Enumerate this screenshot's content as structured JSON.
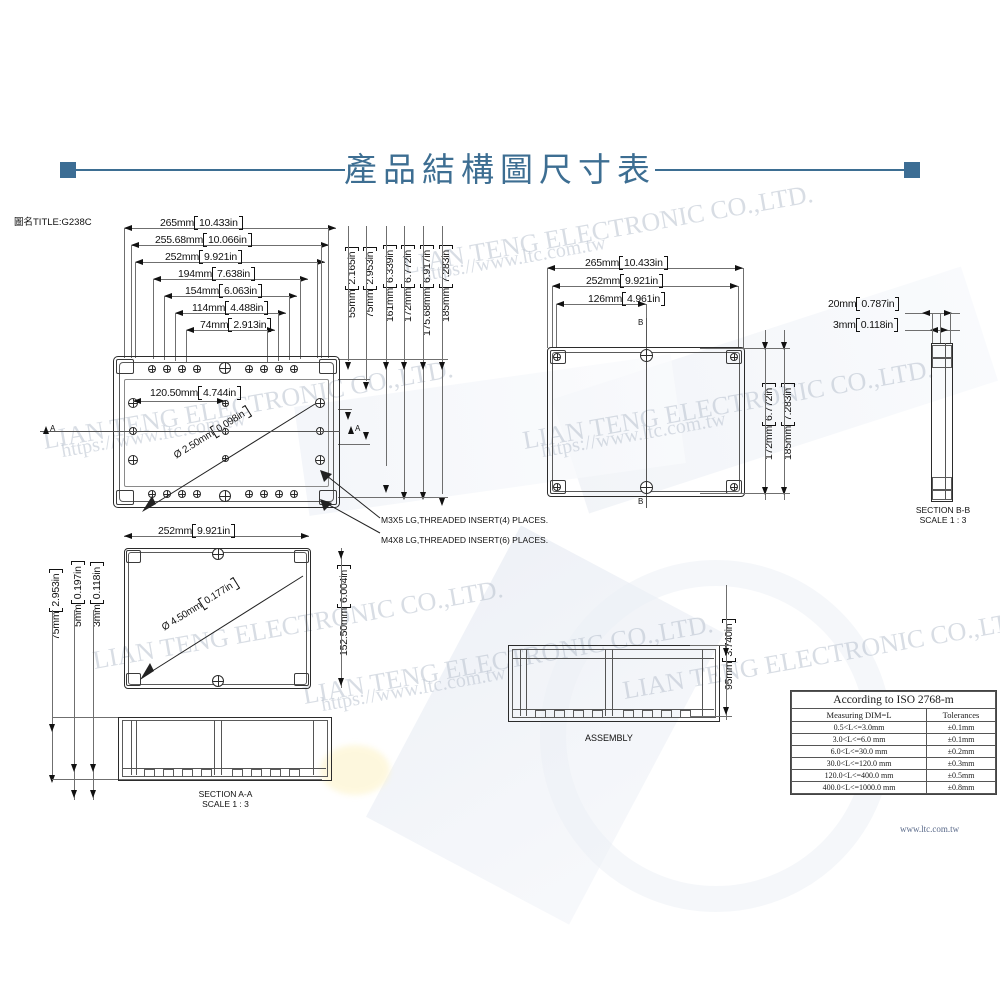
{
  "header": {
    "title": "產品結構圖尺寸表",
    "rule_color": "#3d6e92"
  },
  "drawing": {
    "title_label": "圖名TITLE:G238C",
    "footer_url": "www.ltc.com.tw",
    "watermark": {
      "line1": "LIAN TENG ELECTRONIC CO.,LTD.",
      "line2": "https://www.ltc.com.tw"
    }
  },
  "views": {
    "top_view": {
      "horizontal_dims": [
        {
          "mm": "265mm",
          "in": "10.433in"
        },
        {
          "mm": "255.68mm",
          "in": "10.066in"
        },
        {
          "mm": "252mm",
          "in": "9.921in"
        },
        {
          "mm": "194mm",
          "in": "7.638in"
        },
        {
          "mm": "154mm",
          "in": "6.063in"
        },
        {
          "mm": "114mm",
          "in": "4.488in"
        },
        {
          "mm": "74mm",
          "in": "2.913in"
        }
      ],
      "vertical_dims": [
        {
          "mm": "55mm",
          "in": "2.165in"
        },
        {
          "mm": "75mm",
          "in": "2.953in"
        },
        {
          "mm": "161mm",
          "in": "6.339in"
        },
        {
          "mm": "172mm",
          "in": "6.772in"
        },
        {
          "mm": "175.68mm",
          "in": "6.917in"
        },
        {
          "mm": "185mm",
          "in": "7.283in"
        }
      ],
      "internal_dim": {
        "mm": "120.50mm",
        "in": "4.744in"
      },
      "hole_dia": {
        "mm": "Ø 2.50mm",
        "in": "0.098in"
      },
      "section_marks": [
        "A",
        "A"
      ],
      "notes": [
        "M3X5 LG,THREADED INSERT(4) PLACES.",
        "M4X8 LG,THREADED INSERT(6) PLACES."
      ]
    },
    "middle_view": {
      "horizontal_dims": [
        {
          "mm": "265mm",
          "in": "10.433in"
        },
        {
          "mm": "252mm",
          "in": "9.921in"
        },
        {
          "mm": "126mm",
          "in": "4.961in"
        }
      ],
      "vertical_dims": [
        {
          "mm": "172mm",
          "in": "6.772in"
        },
        {
          "mm": "185mm",
          "in": "7.283in"
        }
      ],
      "section_marks": [
        "B",
        "B"
      ]
    },
    "section_bb": {
      "dims": [
        {
          "mm": "20mm",
          "in": "0.787in"
        },
        {
          "mm": "3mm",
          "in": "0.118in"
        }
      ],
      "label": "SECTION B-B",
      "scale": "SCALE 1 : 3"
    },
    "bottom_view": {
      "horizontal_dims": [
        {
          "mm": "252mm",
          "in": "9.921in"
        }
      ],
      "vertical_dims": [
        {
          "mm": "75mm",
          "in": "2.953in"
        },
        {
          "mm": "5mm",
          "in": "0.197in"
        },
        {
          "mm": "3mm",
          "in": "0.118in"
        },
        {
          "mm": "152.50mm",
          "in": "6.004in"
        }
      ],
      "hole_dia": {
        "mm": "Ø 4.50mm",
        "in": "0.177in"
      }
    },
    "section_aa": {
      "label": "SECTION A-A",
      "scale": "SCALE 1 : 3"
    },
    "assembly": {
      "label": "ASSEMBLY",
      "vertical_dims": [
        {
          "mm": "95mm",
          "in": "3.740in"
        }
      ]
    }
  },
  "tolerance_table": {
    "title": "According to ISO 2768-m",
    "columns": [
      "Measuring  DIM=L",
      "Tolerances"
    ],
    "rows": [
      [
        "0.5<L<=3.0mm",
        "±0.1mm"
      ],
      [
        "3.0<L<=6.0 mm",
        "±0.1mm"
      ],
      [
        "6.0<L<=30.0 mm",
        "±0.2mm"
      ],
      [
        "30.0<L<=120.0 mm",
        "±0.3mm"
      ],
      [
        "120.0<L<=400.0 mm",
        "±0.5mm"
      ],
      [
        "400.0<L<=1000.0 mm",
        "±0.8mm"
      ]
    ]
  }
}
